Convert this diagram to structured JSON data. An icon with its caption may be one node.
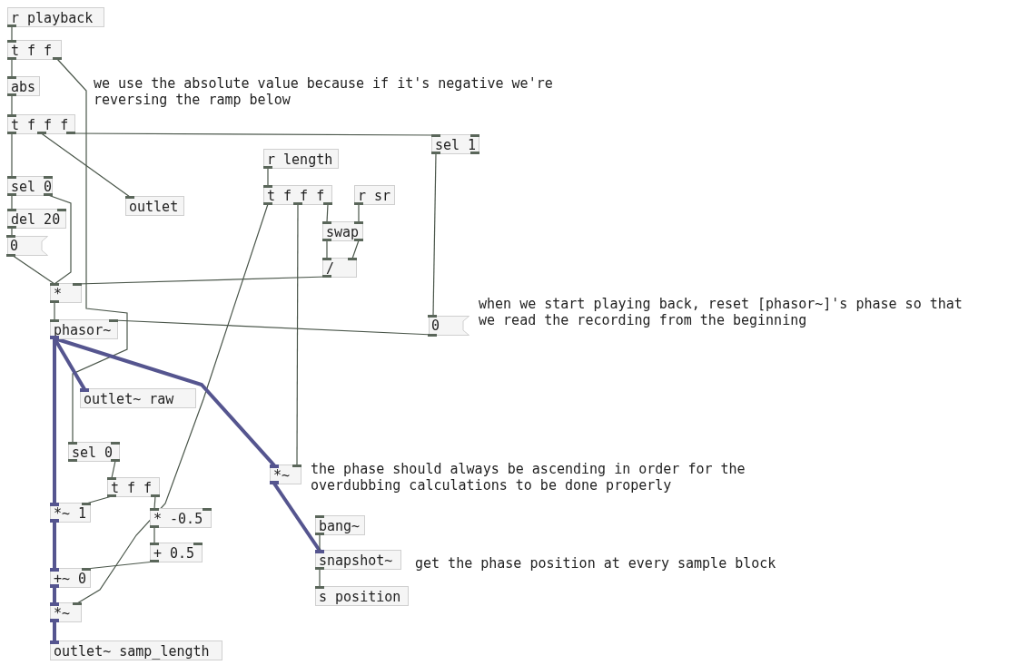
{
  "diagram": {
    "nodes": [
      {
        "text": [
          "r playback"
        ]
      },
      {
        "text": [
          "t f f"
        ]
      },
      {
        "text": [
          "abs"
        ]
      },
      {
        "text": [
          "t f f f"
        ]
      },
      {
        "text": [
          "sel 1"
        ]
      },
      {
        "text": [
          "r length"
        ]
      },
      {
        "text": [
          "sel 0"
        ]
      },
      {
        "text": [
          "outlet"
        ]
      },
      {
        "text": [
          "t f f f"
        ]
      },
      {
        "text": [
          "r sr"
        ]
      },
      {
        "text": [
          "del 20"
        ]
      },
      {
        "text": [
          "swap"
        ]
      },
      {
        "text": [
          "0"
        ]
      },
      {
        "text": [
          "/"
        ]
      },
      {
        "text": [
          "*"
        ]
      },
      {
        "text": [
          "0"
        ]
      },
      {
        "text": [
          "phasor~"
        ]
      },
      {
        "text": [
          "outlet~ raw"
        ]
      },
      {
        "text": [
          "sel 0"
        ]
      },
      {
        "text": [
          "t f f"
        ]
      },
      {
        "text": [
          "*~"
        ]
      },
      {
        "text": [
          "bang~"
        ]
      },
      {
        "text": [
          "*~ 1"
        ]
      },
      {
        "text": [
          "* -0.5"
        ]
      },
      {
        "text": [
          "+ 0.5"
        ]
      },
      {
        "text": [
          "snapshot~"
        ]
      },
      {
        "text": [
          "+~ 0"
        ]
      },
      {
        "text": [
          "s position"
        ]
      },
      {
        "text": [
          "*~"
        ]
      },
      {
        "text": [
          "outlet~ samp_length"
        ]
      }
    ],
    "edges": [
      {
        "from": 0,
        "to": 1,
        "arrow": "none"
      },
      {
        "from": 1,
        "to": 2,
        "arrow": "none"
      },
      {
        "from": 1,
        "to": 18,
        "arrow": "none"
      },
      {
        "from": 2,
        "to": 3,
        "arrow": "none"
      },
      {
        "from": 3,
        "to": 6,
        "arrow": "none"
      },
      {
        "from": 3,
        "to": 7,
        "arrow": "none"
      },
      {
        "from": 3,
        "to": 4,
        "arrow": "none"
      },
      {
        "from": 4,
        "to": 15,
        "arrow": "none"
      },
      {
        "from": 6,
        "to": 10,
        "arrow": "none"
      },
      {
        "from": 6,
        "to": 14,
        "arrow": "none"
      },
      {
        "from": 10,
        "to": 12,
        "arrow": "none"
      },
      {
        "from": 12,
        "to": 14,
        "arrow": "none"
      },
      {
        "from": 5,
        "to": 8,
        "arrow": "none"
      },
      {
        "from": 8,
        "to": 28,
        "arrow": "none"
      },
      {
        "from": 8,
        "to": 20,
        "arrow": "none"
      },
      {
        "from": 8,
        "to": 11,
        "arrow": "none"
      },
      {
        "from": 9,
        "to": 11,
        "arrow": "none"
      },
      {
        "from": 11,
        "to": 13,
        "arrow": "none"
      },
      {
        "from": 11,
        "to": 13,
        "arrow": "none"
      },
      {
        "from": 13,
        "to": 14,
        "arrow": "none"
      },
      {
        "from": 14,
        "to": 16,
        "arrow": "none"
      },
      {
        "from": 15,
        "to": 16,
        "arrow": "none"
      },
      {
        "from": 16,
        "to": 17,
        "arrow": "none",
        "style": "thick",
        "color": "#55558f"
      },
      {
        "from": 16,
        "to": 22,
        "arrow": "none",
        "style": "thick",
        "color": "#55558f"
      },
      {
        "from": 16,
        "to": 20,
        "arrow": "none",
        "style": "thick",
        "color": "#55558f"
      },
      {
        "from": 20,
        "to": 25,
        "arrow": "none",
        "style": "thick",
        "color": "#55558f"
      },
      {
        "from": 21,
        "to": 25,
        "arrow": "none"
      },
      {
        "from": 25,
        "to": 27,
        "arrow": "none"
      },
      {
        "from": 18,
        "to": 19,
        "arrow": "none"
      },
      {
        "from": 19,
        "to": 22,
        "arrow": "none"
      },
      {
        "from": 19,
        "to": 23,
        "arrow": "none"
      },
      {
        "from": 23,
        "to": 24,
        "arrow": "none"
      },
      {
        "from": 24,
        "to": 26,
        "arrow": "none"
      },
      {
        "from": 22,
        "to": 26,
        "arrow": "none",
        "style": "thick",
        "color": "#55558f"
      },
      {
        "from": 26,
        "to": 28,
        "arrow": "none",
        "style": "thick",
        "color": "#55558f"
      },
      {
        "from": 28,
        "to": 29,
        "arrow": "none",
        "style": "thick",
        "color": "#55558f"
      }
    ],
    "labels": [
      "we use the absolute value because if it's negative we're reversing the ramp below",
      "when we start playing back, reset [phasor~]'s phase so that we read the recording from the beginning",
      "the phase should always be ascending in order for the overdubbing calculations to be done properly",
      "get the phase position at every sample block"
    ]
  }
}
